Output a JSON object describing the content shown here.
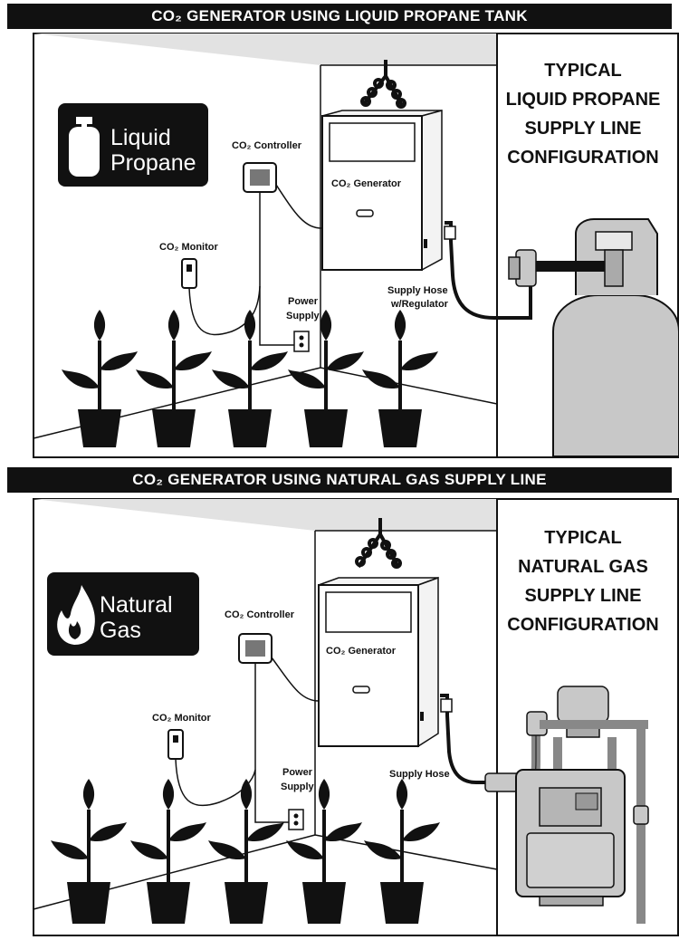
{
  "top": {
    "banner": "CO₂ GENERATOR USING LIQUID PROPANE TANK",
    "badge_line1": "Liquid",
    "badge_line2": "Propane",
    "controller_label": "CO₂ Controller",
    "generator_label": "CO₂ Generator",
    "monitor_label": "CO₂ Monitor",
    "power_line1": "Power",
    "power_line2": "Supply",
    "hose_line1": "Supply Hose",
    "hose_line2": "w/Regulator",
    "side_lines": [
      "TYPICAL",
      "LIQUID PROPANE",
      "SUPPLY LINE",
      "CONFIGURATION"
    ]
  },
  "bottom": {
    "banner": "CO₂ GENERATOR USING NATURAL GAS SUPPLY LINE",
    "badge_line1": "Natural",
    "badge_line2": "Gas",
    "controller_label": "CO₂ Controller",
    "generator_label": "CO₂ Generator",
    "monitor_label": "CO₂ Monitor",
    "power_line1": "Power",
    "power_line2": "Supply",
    "hose_line1": "Supply Hose",
    "side_lines": [
      "TYPICAL",
      "NATURAL GAS",
      "SUPPLY LINE",
      "CONFIGURATION"
    ]
  },
  "colors": {
    "banner_bg": "#111111",
    "tank_gray": "#c8c8c8",
    "ceiling_gray": "#e2e2e2"
  },
  "icons": [
    "propane-tank-icon",
    "flame-icon",
    "plant-icon",
    "outlet-icon",
    "chain-icon"
  ]
}
